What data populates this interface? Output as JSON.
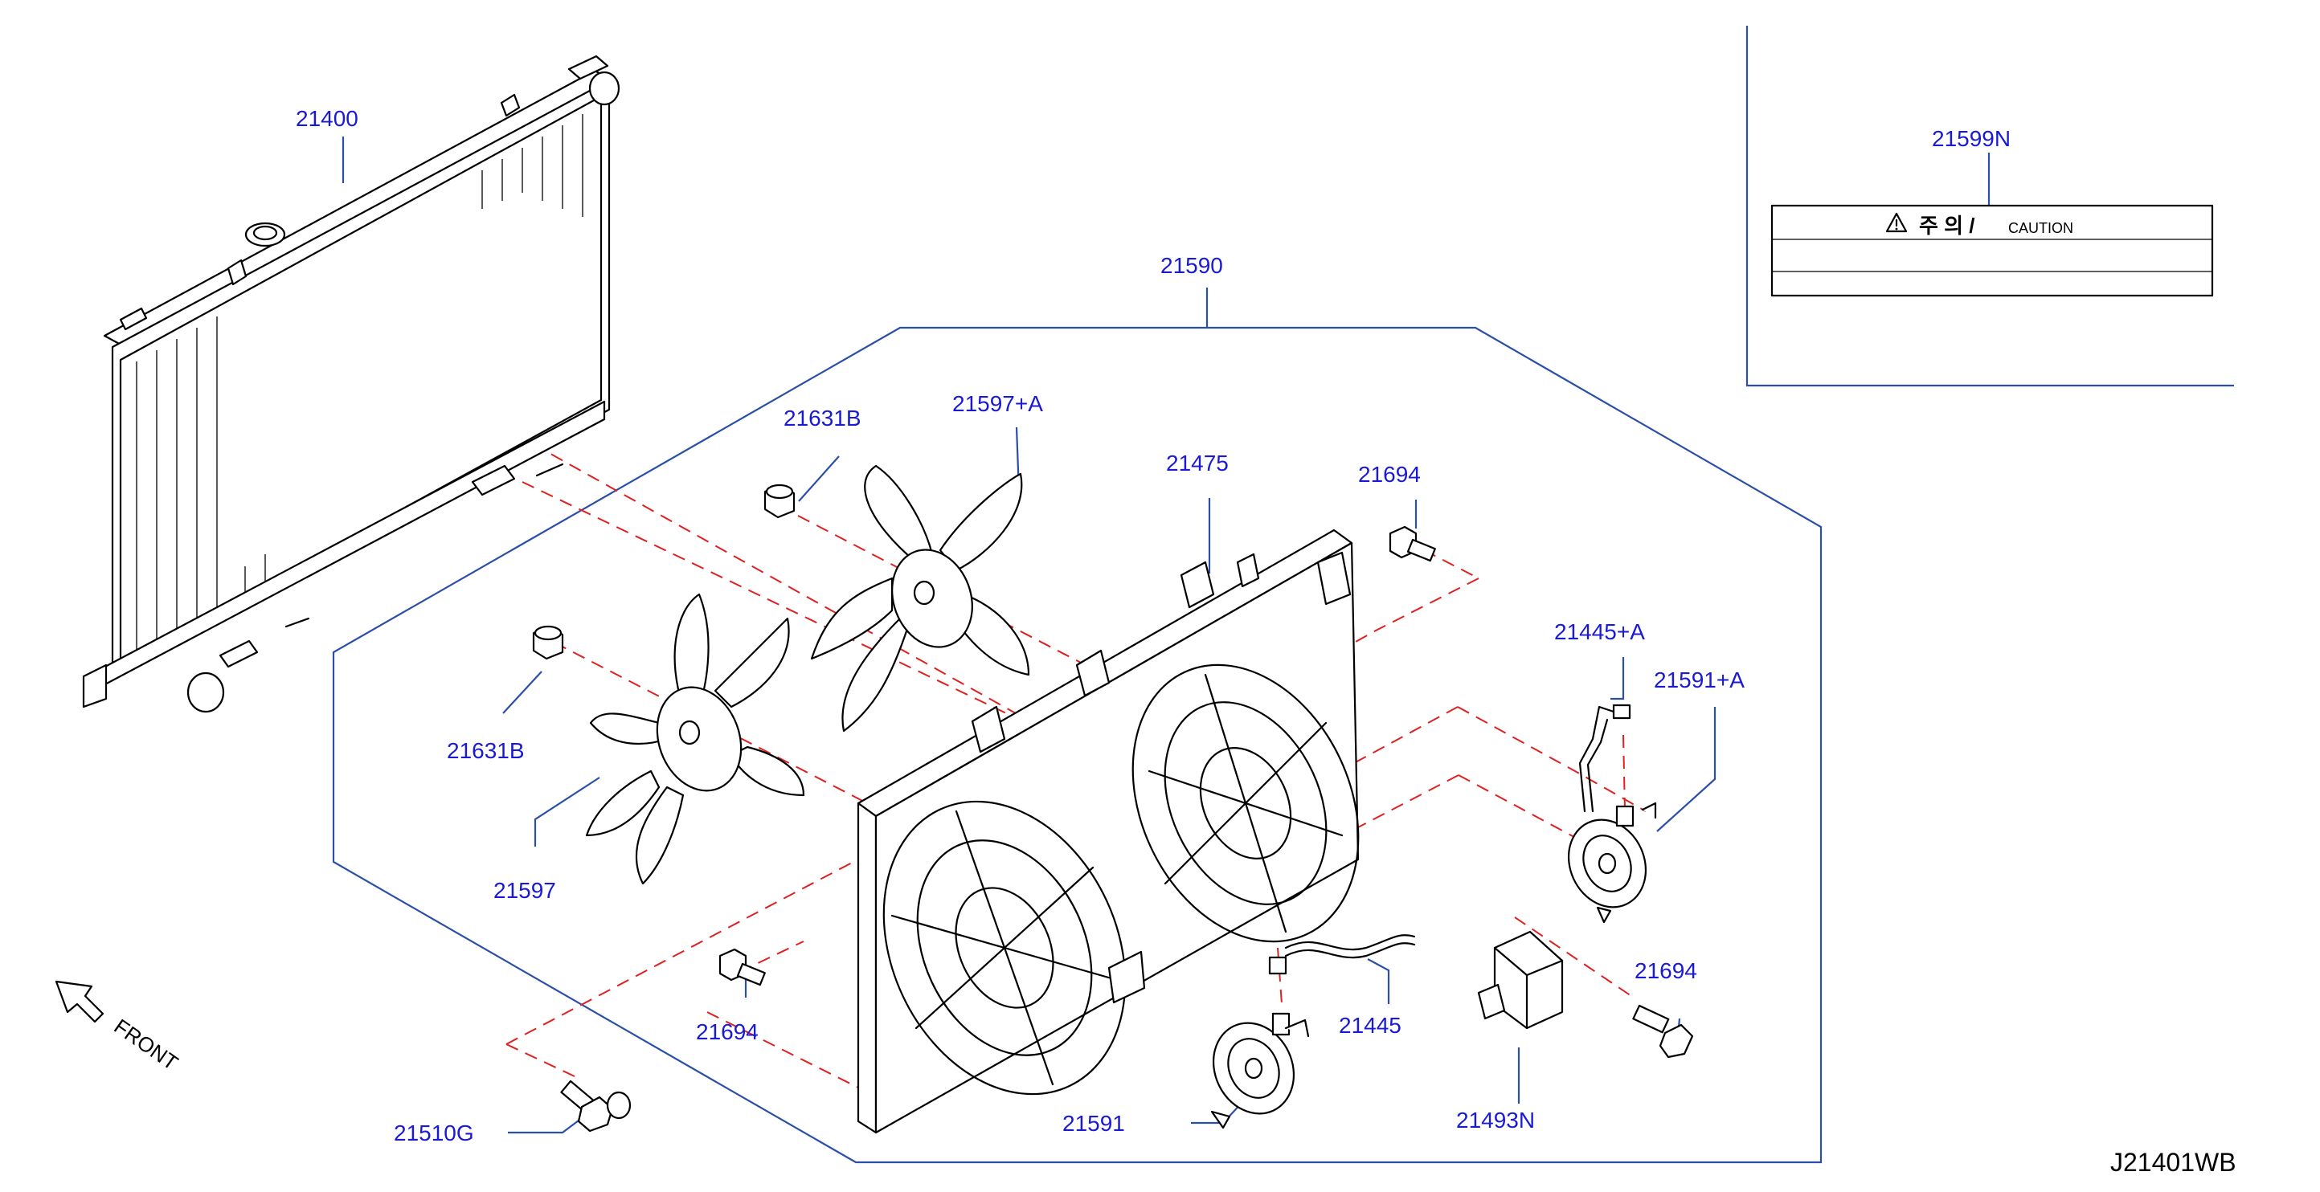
{
  "labels": {
    "radiator": "21400",
    "fan_shroud_assy": "21590",
    "caution_label": "21599N",
    "nut_upper": "21631B",
    "fan_upper": "21597+A",
    "shroud": "21475",
    "bolt_upper": "21694",
    "harness_a": "21445+A",
    "motor_a": "21591+A",
    "nut_lower": "21631B",
    "fan_lower": "21597",
    "bolt_left": "21694",
    "bolt_right": "21694",
    "harness": "21445",
    "resistor": "21493N",
    "motor": "21591",
    "bolt_bottom": "21510G"
  },
  "caution": {
    "korean": "주 의 /",
    "english": "CAUTION"
  },
  "front_label": "FRONT",
  "diagram_ref": "J21401WB",
  "colors": {
    "part_label": "#1a1ad4",
    "leader": "#2b4fa8",
    "dashed_alignment": "#e02020",
    "line_art": "#000000"
  },
  "icons": [
    "warning-triangle-icon",
    "front-arrow-icon"
  ]
}
